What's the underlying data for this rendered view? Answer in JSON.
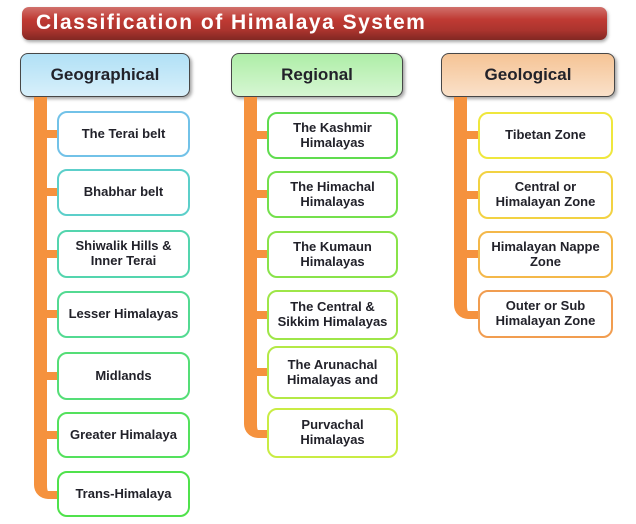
{
  "title": "Classification of Himalaya System",
  "colors": {
    "connector": "#f5923e",
    "title-bg": "#bf3a33",
    "text-dark": "#22222a"
  },
  "columns": [
    {
      "header": {
        "label": "Geographical",
        "fill": "#a8ddf5"
      },
      "items": [
        {
          "label": "The Terai belt",
          "border": "#72c2e8"
        },
        {
          "label": "Bhabhar belt",
          "border": "#5ccfca"
        },
        {
          "label": "Shiwalik Hills & Inner Terai",
          "border": "#54d5ae"
        },
        {
          "label": "Lesser Himalayas",
          "border": "#53da92"
        },
        {
          "label": "Midlands",
          "border": "#55de77"
        },
        {
          "label": "Greater Himalaya",
          "border": "#54e15d"
        },
        {
          "label": "Trans-Himalaya",
          "border": "#50e24c"
        }
      ]
    },
    {
      "header": {
        "label": "Regional",
        "fill": "#a5ec9d"
      },
      "items": [
        {
          "label": "The Kashmir Himalayas",
          "border": "#60dc4f"
        },
        {
          "label": "The Himachal Himalayas",
          "border": "#74e04c"
        },
        {
          "label": "The Kumaun Himalayas",
          "border": "#89e34a"
        },
        {
          "label": "The Central & Sikkim Himalayas",
          "border": "#9ee648"
        },
        {
          "label": "The Arunachal Himalayas and",
          "border": "#b4e946"
        },
        {
          "label": "Purvachal Himalayas",
          "border": "#c9ec44"
        }
      ]
    },
    {
      "header": {
        "label": "Geological",
        "fill": "#f4bd89"
      },
      "items": [
        {
          "label": "Tibetan Zone",
          "border": "#efe73d"
        },
        {
          "label": "Central or Himalayan Zone",
          "border": "#f2d243"
        },
        {
          "label": "Himalayan Nappe Zone",
          "border": "#f4b84a"
        },
        {
          "label": "Outer or Sub Himalayan Zone",
          "border": "#f19d50"
        }
      ]
    }
  ]
}
